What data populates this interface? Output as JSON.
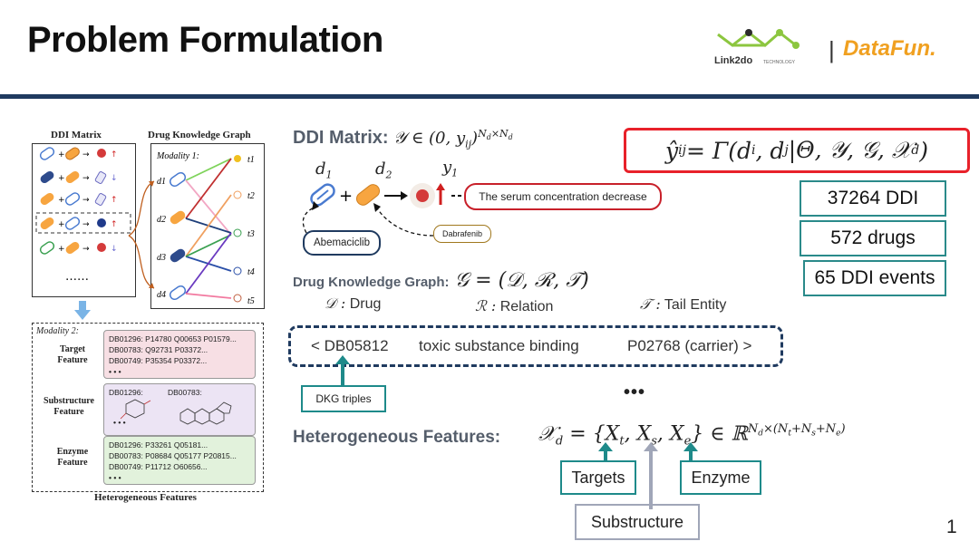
{
  "slide": {
    "title": "Problem Formulation",
    "page_number": "1"
  },
  "logos": {
    "link2do_name": "Link2do",
    "link2do_sub": "TECHNOLOGY",
    "separator": "|",
    "datafun": "DataFun."
  },
  "left_figure": {
    "ddi_matrix_title": "DDI Matrix",
    "ellipsis": "……",
    "kg_title": "Drug Knowledge Graph",
    "modality1": "Modality 1:",
    "drug_labels": [
      "d1",
      "d2",
      "d3",
      "d4"
    ],
    "tail_labels": [
      "t1",
      "t2",
      "t3",
      "t4",
      "t5"
    ],
    "modality2": "Modality 2:",
    "target_feature": "Target Feature",
    "substructure_feature": "Substructure Feature",
    "enzyme_feature": "Enzyme Feature",
    "target_rows": [
      "DB01296: P14780 Q00653 P01579...",
      "DB00783: Q92731 P03372...",
      "DB00749: P35354 P03372..."
    ],
    "substructure_left": "DB01296:",
    "substructure_right": "DB00783:",
    "enzyme_rows": [
      "DB01296: P33261 Q05181...",
      "DB00783: P08684 Q05177 P20815...",
      "DB00749: P11712 O60656..."
    ],
    "dots": "• • •",
    "hetero_title": "Heterogeneous Features"
  },
  "ddi_matrix": {
    "label": "DDI Matrix:",
    "formula": "𝒴 ∈ (0, y",
    "formula_sub": "ij",
    "formula_close": ")",
    "formula_sup": "N",
    "formula_sup_sub": "d",
    "formula_sup_x": "×N",
    "d1": "d",
    "d1_sub": "1",
    "d2": "d",
    "d2_sub": "2",
    "y1": "y",
    "y1_sub": "1",
    "plus": "+",
    "result_text": "The serum concentration decrease",
    "drug_a": "Abemaciclib",
    "drug_b": "Dabrafenib"
  },
  "prediction": {
    "formula": "ŷ",
    "formula_sub": "ij",
    "formula_rest": " = Γ(d",
    "formula_rest2": ", d",
    "formula_rest3": "|Θ, 𝒴, 𝒢, 𝒳",
    "formula_end": ")",
    "sub_i": "i",
    "sub_j": "j",
    "sub_d": "d"
  },
  "stats": [
    "37264 DDI",
    "572 drugs",
    "65 DDI events"
  ],
  "kg": {
    "label": "Drug Knowledge Graph:",
    "formula": "𝒢 = (𝒟, ℛ, 𝒯)",
    "d_sym": "𝒟 :",
    "d_text": "Drug",
    "r_sym": "ℛ :",
    "r_text": "Relation",
    "t_sym": "𝒯 :",
    "t_text": "Tail Entity",
    "triple_head": "< DB05812",
    "triple_rel": "toxic substance binding",
    "triple_tail": "P02768 (carrier) >",
    "dkg_label": "DKG triples",
    "ellipsis": "•••"
  },
  "hetero": {
    "label": "Heterogeneous Features:",
    "formula_a": "𝒳",
    "formula_a_sub": "d",
    "formula_b": " = {X",
    "sub_t": "t",
    "sep1": ", X",
    "sub_s": "s",
    "sep2": ", X",
    "sub_e": "e",
    "formula_c": "} ∈ ℝ",
    "sup": "N",
    "sup_sub": "d",
    "sup_rest": "×(N",
    "sup_t": "t",
    "sup_plus1": "+N",
    "sup_s": "s",
    "sup_plus2": "+N",
    "sup_e": "e",
    "sup_close": ")",
    "targets": "Targets",
    "substructure": "Substructure",
    "enzyme": "Enzyme"
  },
  "colors": {
    "navy": "#1f3a5f",
    "teal": "#2a8a8a",
    "red": "#e8212a",
    "orange": "#f0a020",
    "green": "#8cc63f"
  }
}
